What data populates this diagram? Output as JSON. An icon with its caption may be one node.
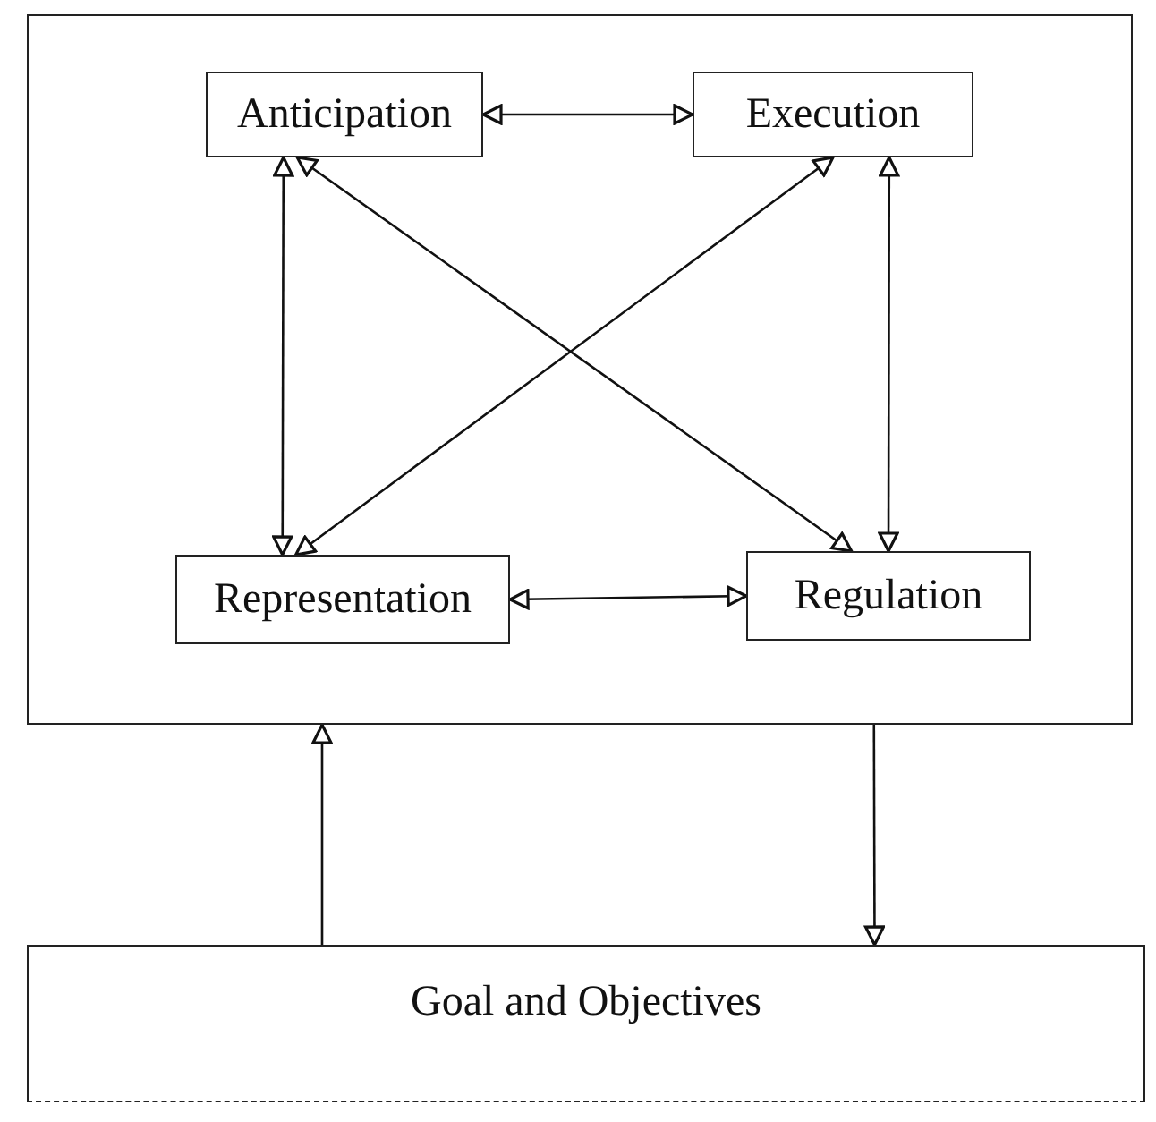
{
  "diagram": {
    "nodes": [
      {
        "text": [],
        "shape": "box"
      },
      {
        "text": [
          "Anticipation"
        ],
        "in": 0
      },
      {
        "text": [
          "Execution"
        ],
        "in": 0
      },
      {
        "text": [
          "Representation"
        ],
        "in": 0
      },
      {
        "text": [
          "Regulation"
        ],
        "in": 0
      },
      {
        "text": [
          "Goal and Objectives"
        ]
      }
    ],
    "edges": [
      {
        "from": 1,
        "to": 2,
        "arrow": "both"
      },
      {
        "from": 1,
        "to": 3,
        "arrow": "both"
      },
      {
        "from": 2,
        "to": 4,
        "arrow": "both"
      },
      {
        "from": 1,
        "to": 4,
        "arrow": "both"
      },
      {
        "from": 2,
        "to": 3,
        "arrow": "both"
      },
      {
        "from": 3,
        "to": 4,
        "arrow": "both"
      },
      {
        "from": 5,
        "to": 0,
        "arrow": "to"
      },
      {
        "from": 0,
        "to": 5,
        "arrow": "to"
      }
    ]
  }
}
